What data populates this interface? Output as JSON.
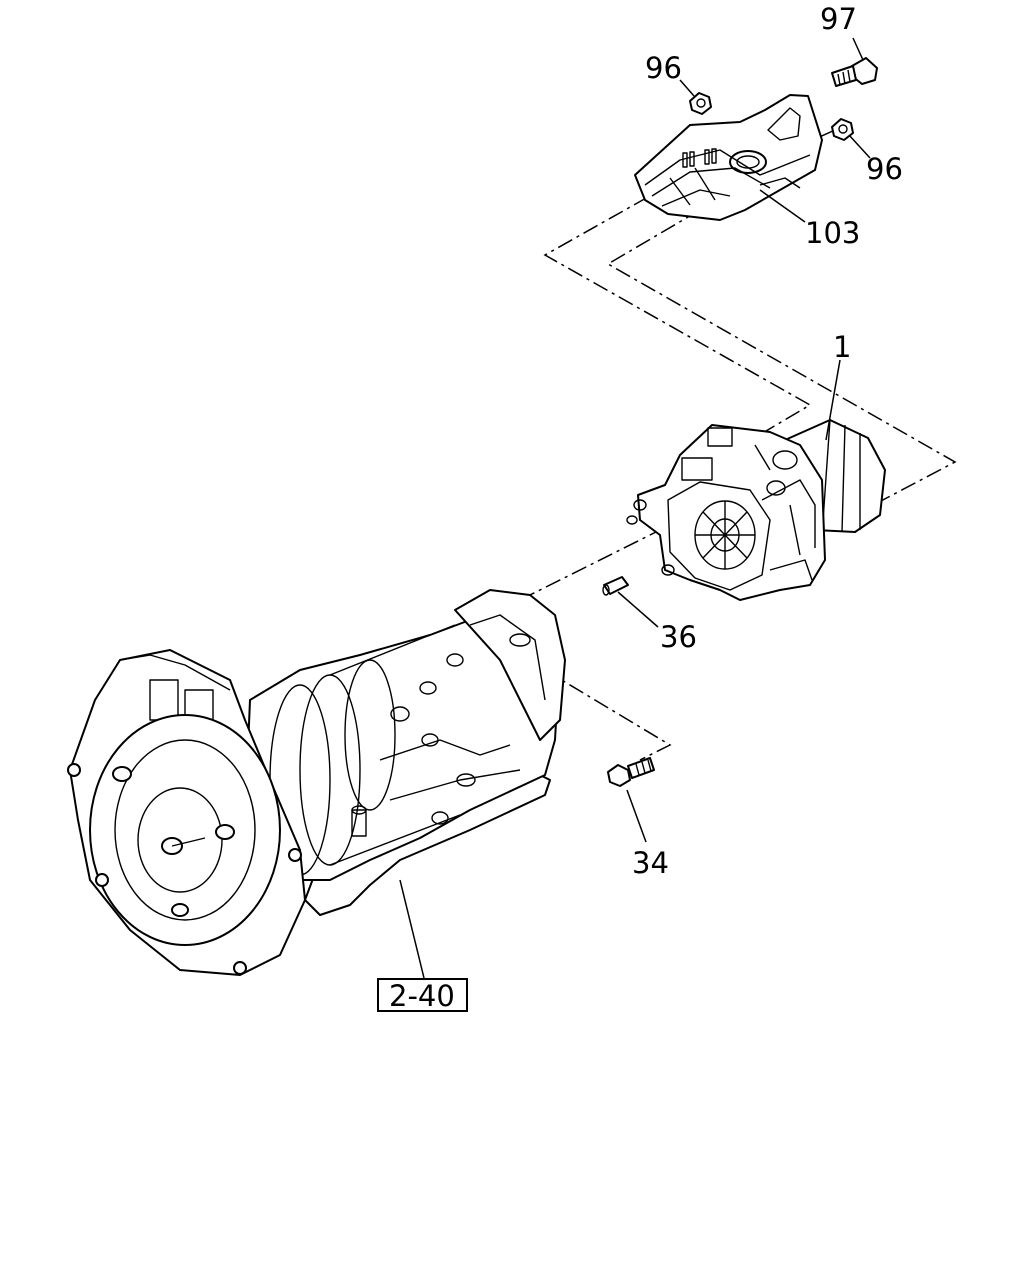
{
  "diagram": {
    "callouts": {
      "bolt_top": "97",
      "nut_left": "96",
      "nut_right": "96",
      "bracket": "103",
      "transfer_case": "1",
      "dowel_pin": "36",
      "flange_bolt": "34"
    },
    "reference_box": "2-40"
  }
}
